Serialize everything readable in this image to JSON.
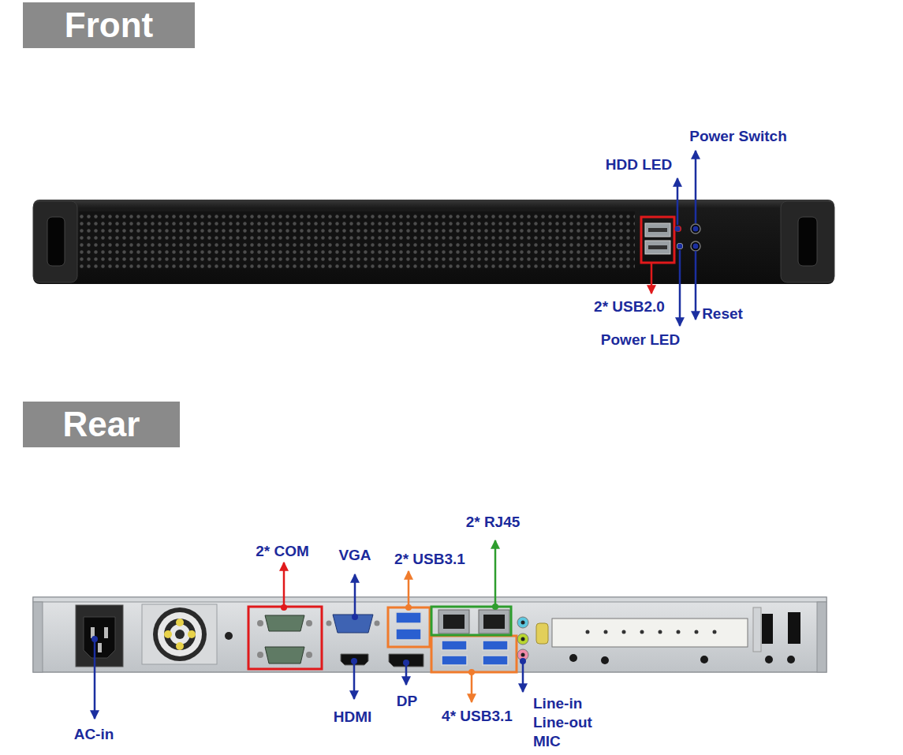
{
  "diagram": {
    "nodes": [
      {
        "text": [
          "Front"
        ]
      },
      {
        "text": [
          "Rear"
        ]
      }
    ],
    "labels": [
      "Power Switch",
      "HDD LED",
      "2* USB2.0",
      "Reset",
      "Power LED",
      "2* COM",
      "VGA",
      "2* USB3.1",
      "2* RJ45",
      "AC-in",
      "HDMI",
      "DP",
      "4* USB3.1",
      "Line-in",
      "Line-out",
      "MIC"
    ]
  }
}
